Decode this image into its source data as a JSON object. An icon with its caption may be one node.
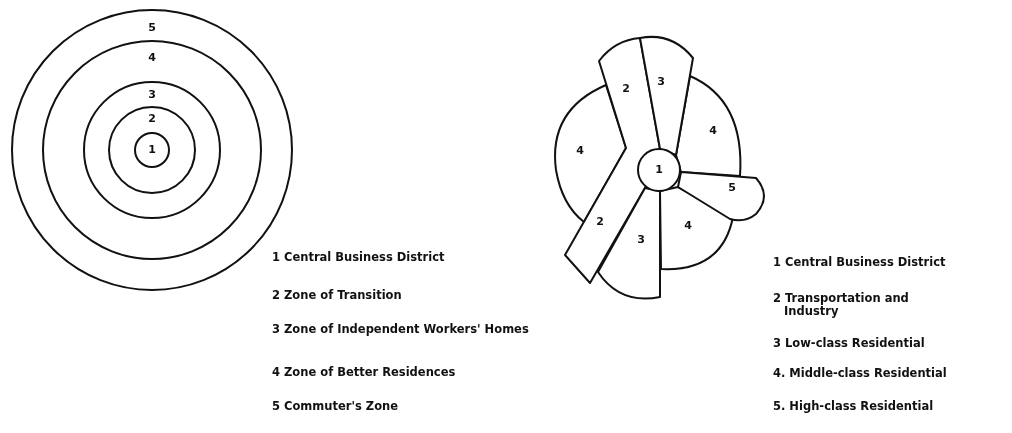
{
  "diagram": {
    "nodes": [
      {
        "text": [
          "5"
        ]
      },
      {
        "text": [
          "4"
        ],
        "in": 0
      },
      {
        "text": [
          "3"
        ],
        "in": 1
      },
      {
        "text": [
          "2"
        ],
        "in": 2
      },
      {
        "text": [
          "1"
        ],
        "in": 3
      },
      {
        "text": [
          "2",
          "2"
        ]
      },
      {
        "text": [
          "3"
        ]
      },
      {
        "text": [
          "4"
        ]
      },
      {
        "text": [
          "4"
        ]
      },
      {
        "text": [
          "1"
        ]
      },
      {
        "text": [
          "5"
        ]
      },
      {
        "text": [
          "3"
        ]
      },
      {
        "text": [
          "4"
        ]
      }
    ],
    "labels": [
      "1 Central Business District",
      "2 Zone of Transition",
      "3 Zone of Independent Workers' Homes",
      "4 Zone of Better Residences",
      "5 Commuter's Zone",
      "1 Central Business District",
      "2 Transportation and Industry",
      "3 Low-class Residential",
      "4. Middle-class Residential",
      "5. High-class Residential"
    ]
  }
}
